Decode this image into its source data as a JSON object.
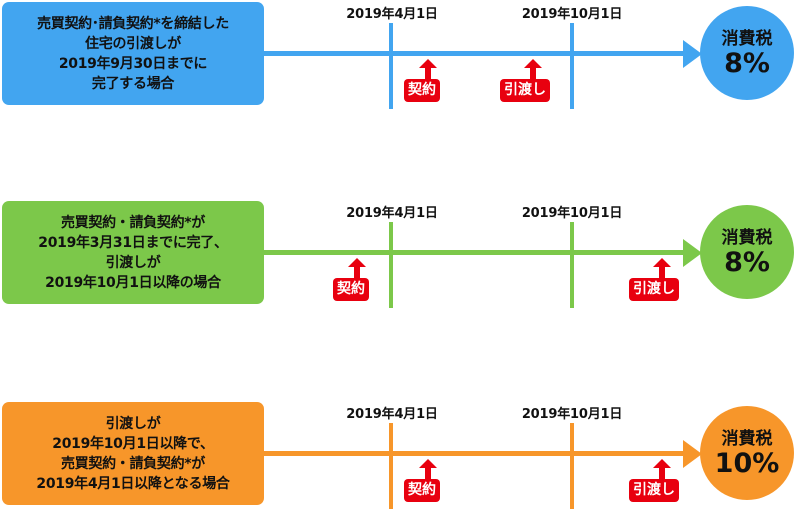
{
  "colors": {
    "blue": "#42a5f0",
    "green": "#7cc84a",
    "orange": "#f7962a",
    "red": "#e8000f"
  },
  "rows": [
    {
      "condition_lines": [
        "売買契約･請負契約*を締結した",
        "住宅の引渡しが",
        "2019年9月30日までに",
        "完了する場合"
      ],
      "date_labels": [
        "2019年4月1日",
        "2019年10月1日"
      ],
      "markers": {
        "contract": "契約",
        "delivery": "引渡し"
      },
      "result": {
        "label": "消費税",
        "rate": "8%"
      }
    },
    {
      "condition_lines": [
        "売買契約・請負契約*が",
        "2019年3月31日までに完了、",
        "引渡しが",
        "2019年10月1日以降の場合"
      ],
      "date_labels": [
        "2019年4月1日",
        "2019年10月1日"
      ],
      "markers": {
        "contract": "契約",
        "delivery": "引渡し"
      },
      "result": {
        "label": "消費税",
        "rate": "8%"
      }
    },
    {
      "condition_lines": [
        "引渡しが",
        "2019年10月1日以降で、",
        "売買契約・請負契約*が",
        "2019年4月1日以降となる場合"
      ],
      "date_labels": [
        "2019年4月1日",
        "2019年10月1日"
      ],
      "markers": {
        "contract": "契約",
        "delivery": "引渡し"
      },
      "result": {
        "label": "消費税",
        "rate": "10%"
      }
    }
  ]
}
